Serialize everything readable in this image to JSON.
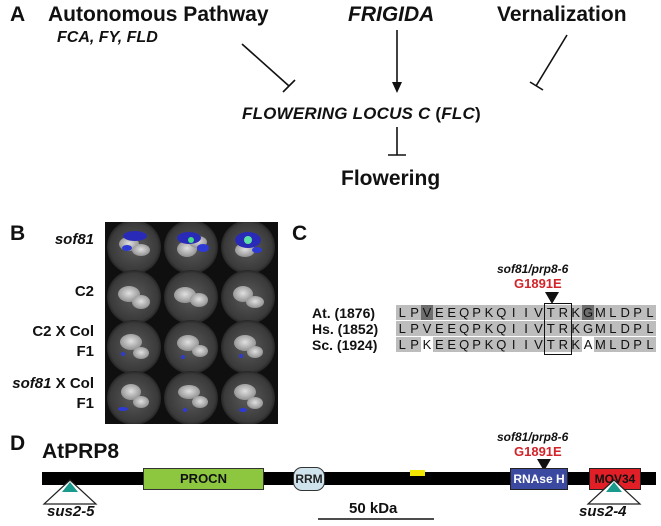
{
  "panels": {
    "a": "A",
    "b": "B",
    "c": "C",
    "d": "D"
  },
  "panel_a": {
    "autonomous_title": "Autonomous Pathway",
    "autonomous_genes": "FCA, FY, FLD",
    "frigida": "FRIGIDA",
    "vernalization": "Vernalization",
    "flc_name": "FLOWERING LOCUS  C",
    "flc_open": " (",
    "flc_abbrev": "FLC",
    "flc_close": ")",
    "flowering": "Flowering"
  },
  "panel_b": {
    "rows": [
      {
        "label": "sof81",
        "italic": true
      },
      {
        "label": "C2",
        "italic": false
      },
      {
        "label_line1": "C2 X Col",
        "label_line2": "F1"
      },
      {
        "label_italic_part": "sof81",
        "label_rest": " X Col",
        "label_line2": "F1"
      }
    ]
  },
  "panel_c": {
    "mutant": "sof81/prp8-6",
    "mutation": "G1891E",
    "species": [
      {
        "label": "At. (1876)",
        "seq": [
          "L",
          "P",
          "V",
          "E",
          "E",
          "Q",
          "P",
          "K",
          "Q",
          "I",
          "I",
          "V",
          "T",
          "R",
          "K",
          "G",
          "M",
          "L",
          "D",
          "P",
          "L"
        ],
        "shade": [
          "g",
          "g",
          "d",
          "g",
          "g",
          "g",
          "g",
          "g",
          "g",
          "g",
          "g",
          "g",
          "g",
          "g",
          "g",
          "d",
          "g",
          "g",
          "g",
          "g",
          "g"
        ]
      },
      {
        "label": "Hs. (1852)",
        "seq": [
          "L",
          "P",
          "V",
          "E",
          "E",
          "Q",
          "P",
          "K",
          "Q",
          "I",
          "I",
          "V",
          "T",
          "R",
          "K",
          "G",
          "M",
          "L",
          "D",
          "P",
          "L"
        ],
        "shade": [
          "g",
          "g",
          "g",
          "g",
          "g",
          "g",
          "g",
          "g",
          "g",
          "g",
          "g",
          "g",
          "g",
          "g",
          "g",
          "g",
          "g",
          "g",
          "g",
          "g",
          "g"
        ]
      },
      {
        "label": "Sc. (1924)",
        "seq": [
          "L",
          "P",
          "K",
          "E",
          "E",
          "Q",
          "P",
          "K",
          "Q",
          "I",
          "I",
          "V",
          "T",
          "R",
          "K",
          "A",
          "M",
          "L",
          "D",
          "P",
          "L"
        ],
        "shade": [
          "g",
          "g",
          "",
          "g",
          "g",
          "g",
          "g",
          "g",
          "g",
          "g",
          "g",
          "g",
          "g",
          "g",
          "g",
          "",
          "g",
          "g",
          "g",
          "g",
          "g"
        ]
      }
    ]
  },
  "panel_d": {
    "protein": "AtPRP8",
    "domains": {
      "procn": "PROCN",
      "rrm": "RRM",
      "rnase": "RNAse H",
      "mov34": "MOV34"
    },
    "mutant": "sof81/prp8-6",
    "mutation": "G1891E",
    "sus_left": "sus2-5",
    "sus_right": "sus2-4",
    "scale": "50 kDa"
  },
  "colors": {
    "procn": "#8dc63f",
    "rnase": "#3b4aa0",
    "mov34": "#e21e26",
    "rrm": "#cfe3ec",
    "yellow": "#f2e600",
    "teal": "#1a9a8c",
    "red_text": "#d2232a"
  }
}
